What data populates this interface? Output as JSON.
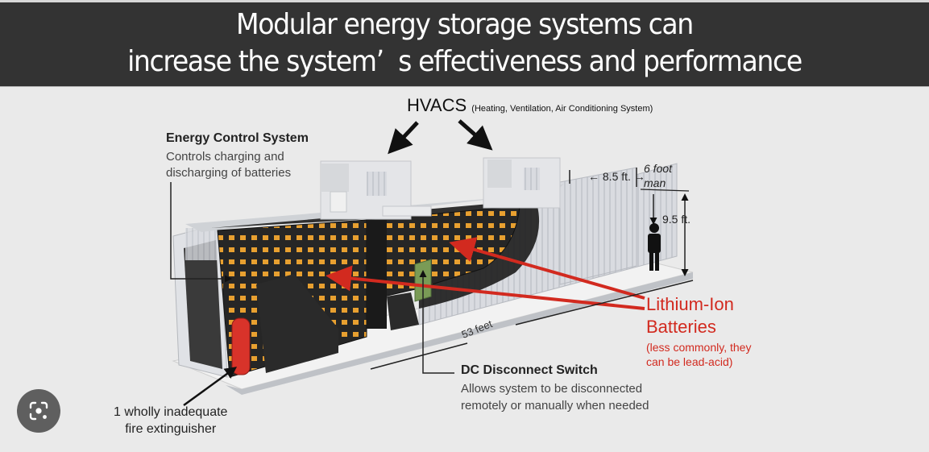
{
  "banner": {
    "line1": "Modular energy storage systems can",
    "line2": "increase the system’  s effectiveness and performance"
  },
  "labels": {
    "hvacs": "HVACS",
    "hvacs_full": "(Heating, Ventilation, Air Conditioning System)",
    "energy_control_title": "Energy Control System",
    "energy_control_desc_1": "Controls charging and",
    "energy_control_desc_2": "discharging of batteries",
    "width_dimension": "8.5 ft.",
    "person_label_1": "6 foot",
    "person_label_2": "man",
    "height_dimension": "9.5 ft.",
    "length_dimension": "53 feet",
    "battery_title_1": "Lithium-Ion",
    "battery_title_2": "Batteries",
    "battery_note_1": "(less commonly, they",
    "battery_note_2": "can be lead-acid)",
    "dc_title": "DC Disconnect Switch",
    "dc_desc_1": "Allows system to be disconnected",
    "dc_desc_2": "remotely or manually when needed",
    "fire_1": "1 wholly inadequate",
    "fire_2": "fire extinguisher"
  },
  "icons": {
    "lens": "visual-search-lens-icon",
    "person": "person-silhouette-icon"
  },
  "colors": {
    "banner_bg": "#333333",
    "banner_text": "#ffffff",
    "background": "#eaeaea",
    "accent_red": "#d22a1f",
    "battery_orange": "#e8a030",
    "rack_black": "#222222"
  }
}
